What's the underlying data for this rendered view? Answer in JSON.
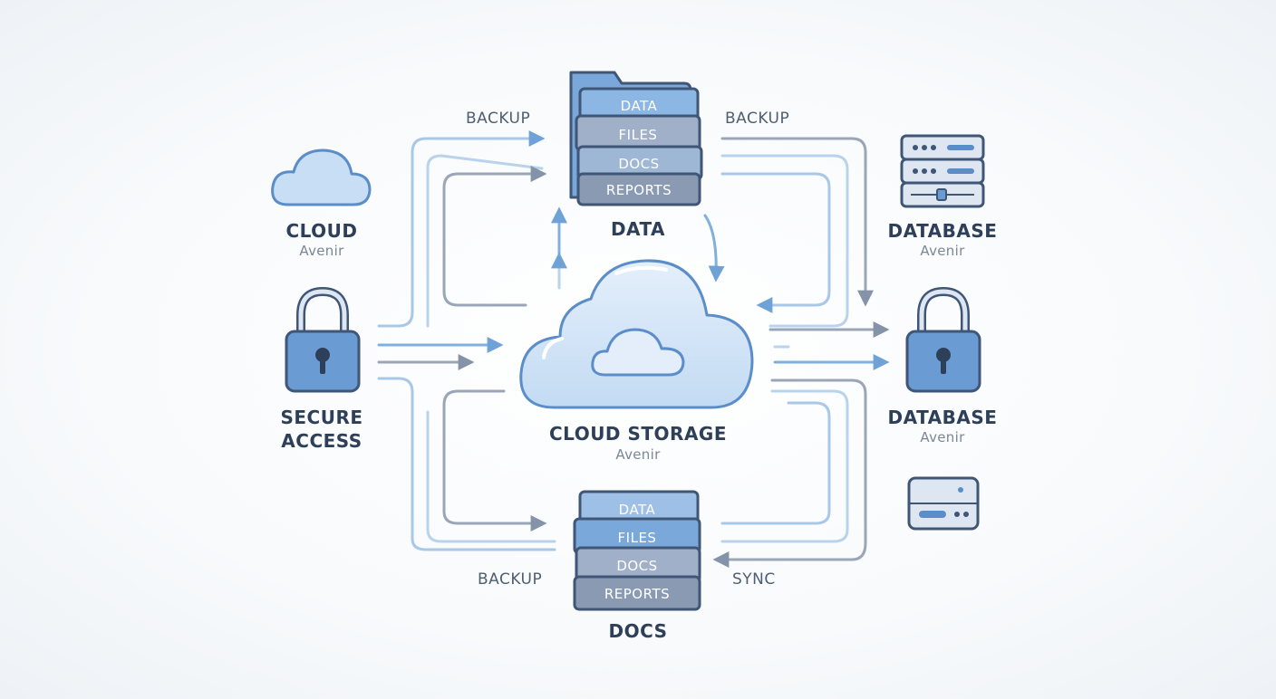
{
  "nodes": {
    "cloud": {
      "title": "CLOUD",
      "subtitle": "Avenir"
    },
    "secure": {
      "title_line1": "SECURE",
      "title_line2": "ACCESS"
    },
    "storage": {
      "title": "CLOUD STORAGE",
      "subtitle": "Avenir"
    },
    "data": {
      "title": "DATA"
    },
    "docs": {
      "title": "DOCS"
    },
    "db1": {
      "title": "DATABASE",
      "subtitle": "Avenir"
    },
    "db2": {
      "title": "DATABASE",
      "subtitle": "Avenir"
    }
  },
  "folders_top": [
    "DATA",
    "FILES",
    "DOCS",
    "REPORTS"
  ],
  "folders_bottom": [
    "DATA",
    "FILES",
    "DOCS",
    "REPORTS"
  ],
  "edges": {
    "top_left": "BACKUP",
    "top_right": "BACKUP",
    "bottom_left": "BACKUP",
    "bottom_right": "SYNC"
  },
  "colors": {
    "blue_dark": "#5b8ec9",
    "blue_light": "#bcd6f0",
    "outline": "#3f5676",
    "gray_folder": "#8a9ab3",
    "line_blue": "#8fb7e0",
    "line_gray": "#9aa6b8"
  }
}
